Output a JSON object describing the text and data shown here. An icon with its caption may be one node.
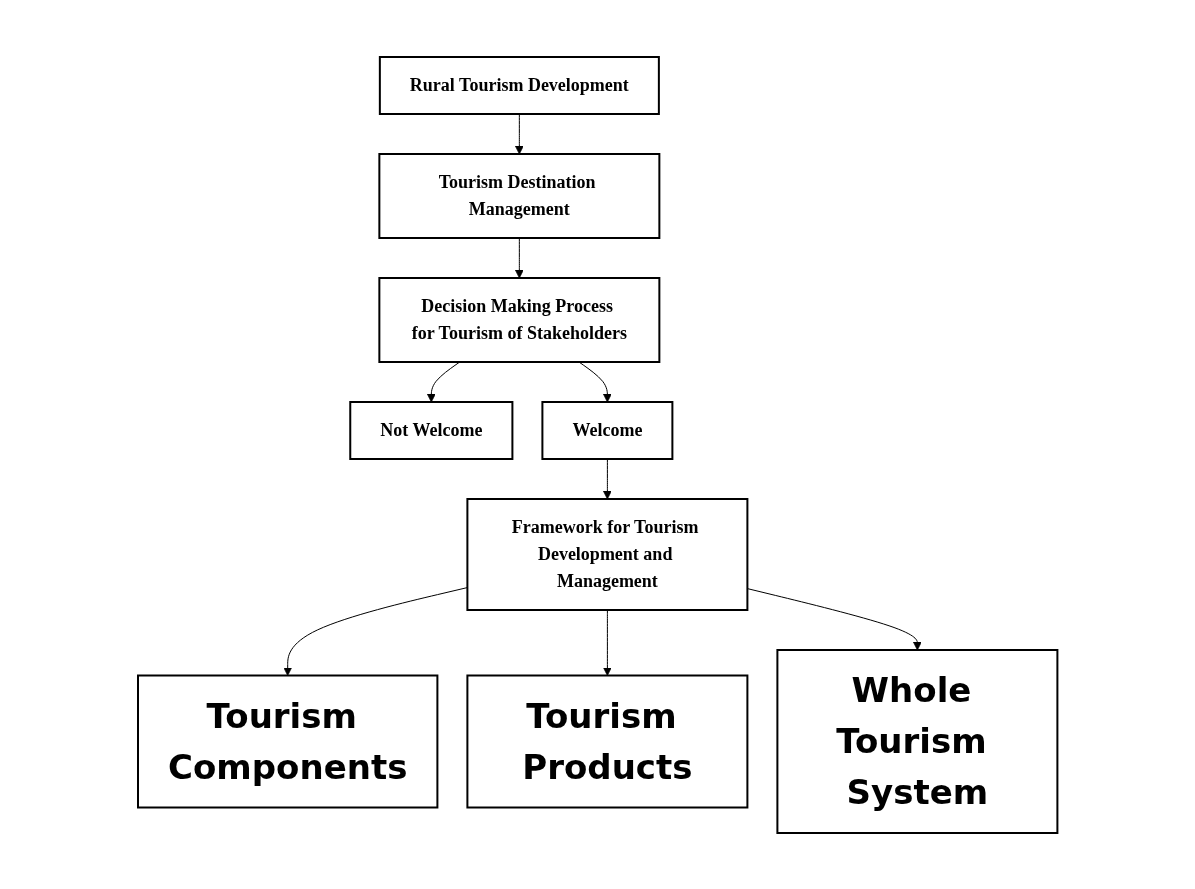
{
  "diagram": {
    "nodes": [
      {
        "text": [
          "Rural Tourism Development"
        ]
      },
      {
        "text": [
          "Tourism Destination Management"
        ]
      },
      {
        "text": [
          "Decision Making Process for Tourism of Stakeholders"
        ]
      },
      {
        "text": [
          "Not Welcome"
        ]
      },
      {
        "text": [
          "Welcome"
        ]
      },
      {
        "text": [
          "Framework for Tourism Development and Management"
        ]
      },
      {
        "text": [
          "Tourism Components"
        ]
      },
      {
        "text": [
          "Tourism Products"
        ]
      },
      {
        "text": [
          "Whole Tourism System"
        ]
      }
    ],
    "edges": [
      {
        "from": 0,
        "to": 1,
        "arrow": "to"
      },
      {
        "from": 1,
        "to": 2,
        "arrow": "to"
      },
      {
        "from": 2,
        "to": 3,
        "arrow": "to"
      },
      {
        "from": 2,
        "to": 4,
        "arrow": "to"
      },
      {
        "from": 4,
        "to": 5,
        "arrow": "to"
      },
      {
        "from": 5,
        "to": 6,
        "arrow": "to"
      },
      {
        "from": 5,
        "to": 7,
        "arrow": "to"
      },
      {
        "from": 5,
        "to": 8,
        "arrow": "to"
      }
    ]
  }
}
